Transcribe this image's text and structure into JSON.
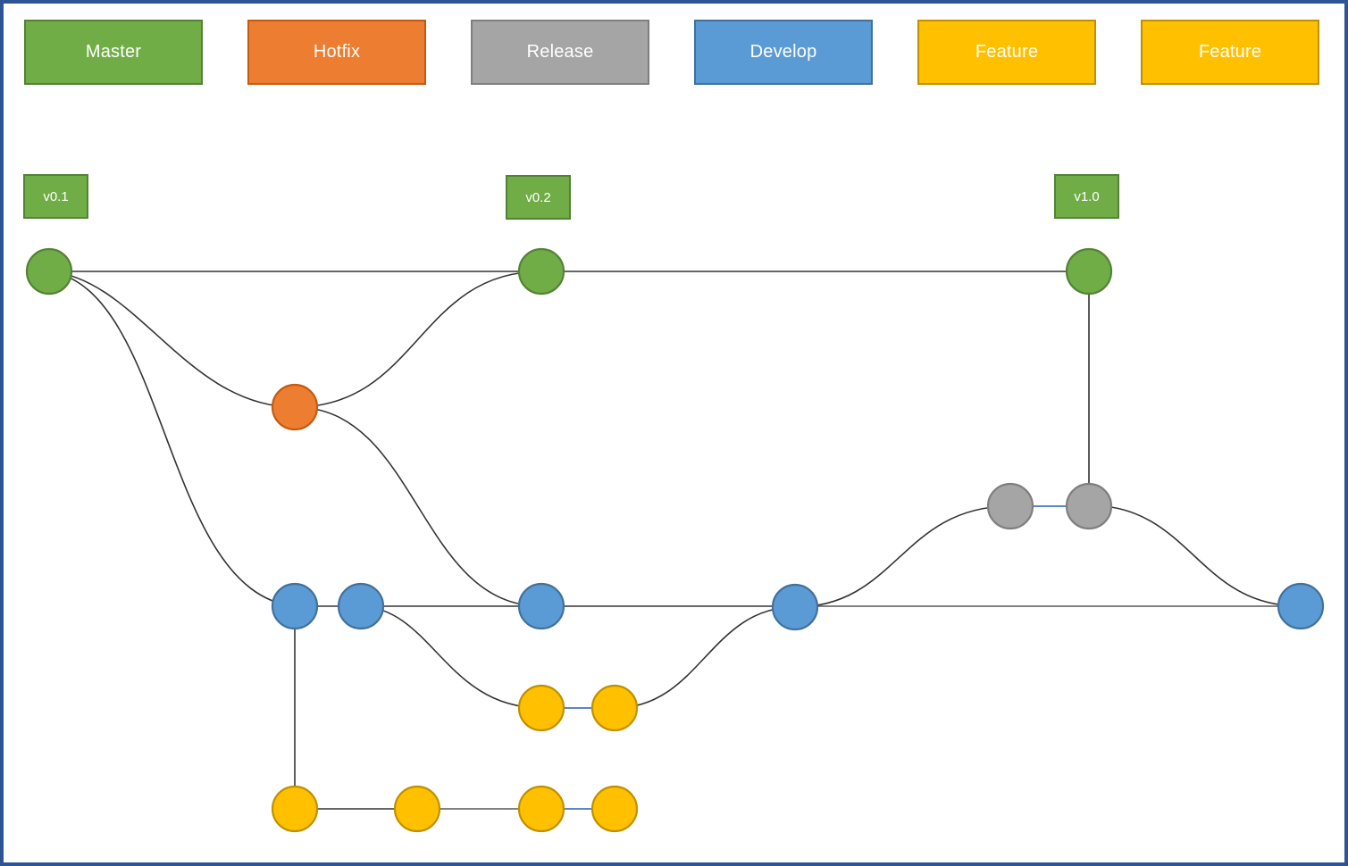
{
  "palette": {
    "page_border": "#2F5496",
    "master_green": "#70AD47",
    "master_green_border": "#548235",
    "hotfix_orange": "#ED7D31",
    "hotfix_orange_border": "#C55A11",
    "release_gray": "#A5A5A5",
    "release_gray_border": "#7F7F7F",
    "develop_blue": "#5B9BD5",
    "develop_blue_border": "#41719C",
    "feature_yellow": "#FFC000",
    "feature_yellow_border": "#BF9000",
    "edge_black": "#333333",
    "edge_gray": "#6F6F6F",
    "edge_blue": "#4472C4"
  },
  "legend": {
    "items": [
      {
        "label": "Master",
        "color": "#70AD47"
      },
      {
        "label": "Hotfix",
        "color": "#ED7D31"
      },
      {
        "label": "Release",
        "color": "#A5A5A5"
      },
      {
        "label": "Develop",
        "color": "#5B9BD5"
      },
      {
        "label": "Feature",
        "color": "#FFC000"
      },
      {
        "label": "Feature",
        "color": "#FFC000"
      }
    ]
  },
  "tags": [
    {
      "label": "v0.1"
    },
    {
      "label": "v0.2"
    },
    {
      "label": "v1.0"
    }
  ],
  "diagram": {
    "type": "git-flow branching graph",
    "branches": [
      {
        "name": "master",
        "color": "#70AD47",
        "commit_count": 3,
        "tags": [
          "v0.1",
          "v0.2",
          "v1.0"
        ]
      },
      {
        "name": "hotfix",
        "color": "#ED7D31",
        "commit_count": 1,
        "from": "master",
        "merges_into": [
          "master",
          "develop"
        ]
      },
      {
        "name": "release",
        "color": "#A5A5A5",
        "commit_count": 2,
        "from": "develop",
        "merges_into": [
          "master",
          "develop"
        ]
      },
      {
        "name": "develop",
        "color": "#5B9BD5",
        "commit_count": 5,
        "from": "master"
      },
      {
        "name": "feature-upper",
        "color": "#FFC000",
        "commit_count": 2,
        "from": "develop",
        "merges_into": [
          "develop"
        ]
      },
      {
        "name": "feature-lower",
        "color": "#FFC000",
        "commit_count": 4,
        "from": "develop",
        "merges_into": []
      }
    ]
  }
}
